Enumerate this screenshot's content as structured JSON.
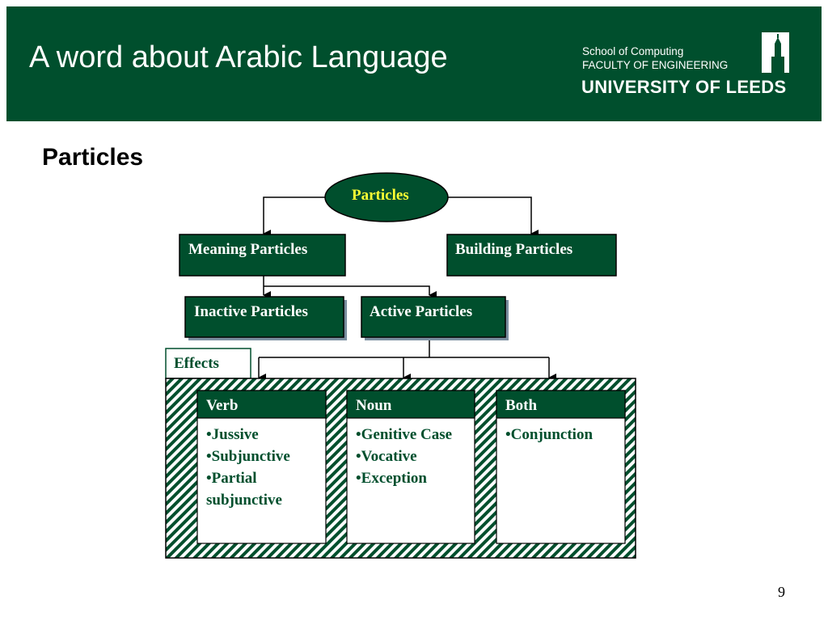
{
  "header": {
    "title": "A word about Arabic Language",
    "school": "School of Computing",
    "faculty": "FACULTY OF ENGINEERING",
    "university": "UNIVERSITY OF LEEDS"
  },
  "section_title": "Particles",
  "diagram": {
    "root": "Particles",
    "level1": [
      "Meaning Particles",
      "Building Particles"
    ],
    "level2": [
      "Inactive Particles",
      "Active Particles"
    ],
    "effects_label": "Effects",
    "columns": [
      {
        "heading": "Verb",
        "items": [
          "Jussive",
          "Subjunctive",
          "Partial subjunctive"
        ]
      },
      {
        "heading": "Noun",
        "items": [
          "Genitive Case",
          "Vocative",
          "Exception"
        ]
      },
      {
        "heading": "Both",
        "items": [
          "Conjunction"
        ]
      }
    ]
  },
  "colors": {
    "brand_green": "#004f2d",
    "root_text": "#ffff33",
    "hatch_light": "#ffffff"
  },
  "page_number": "9"
}
